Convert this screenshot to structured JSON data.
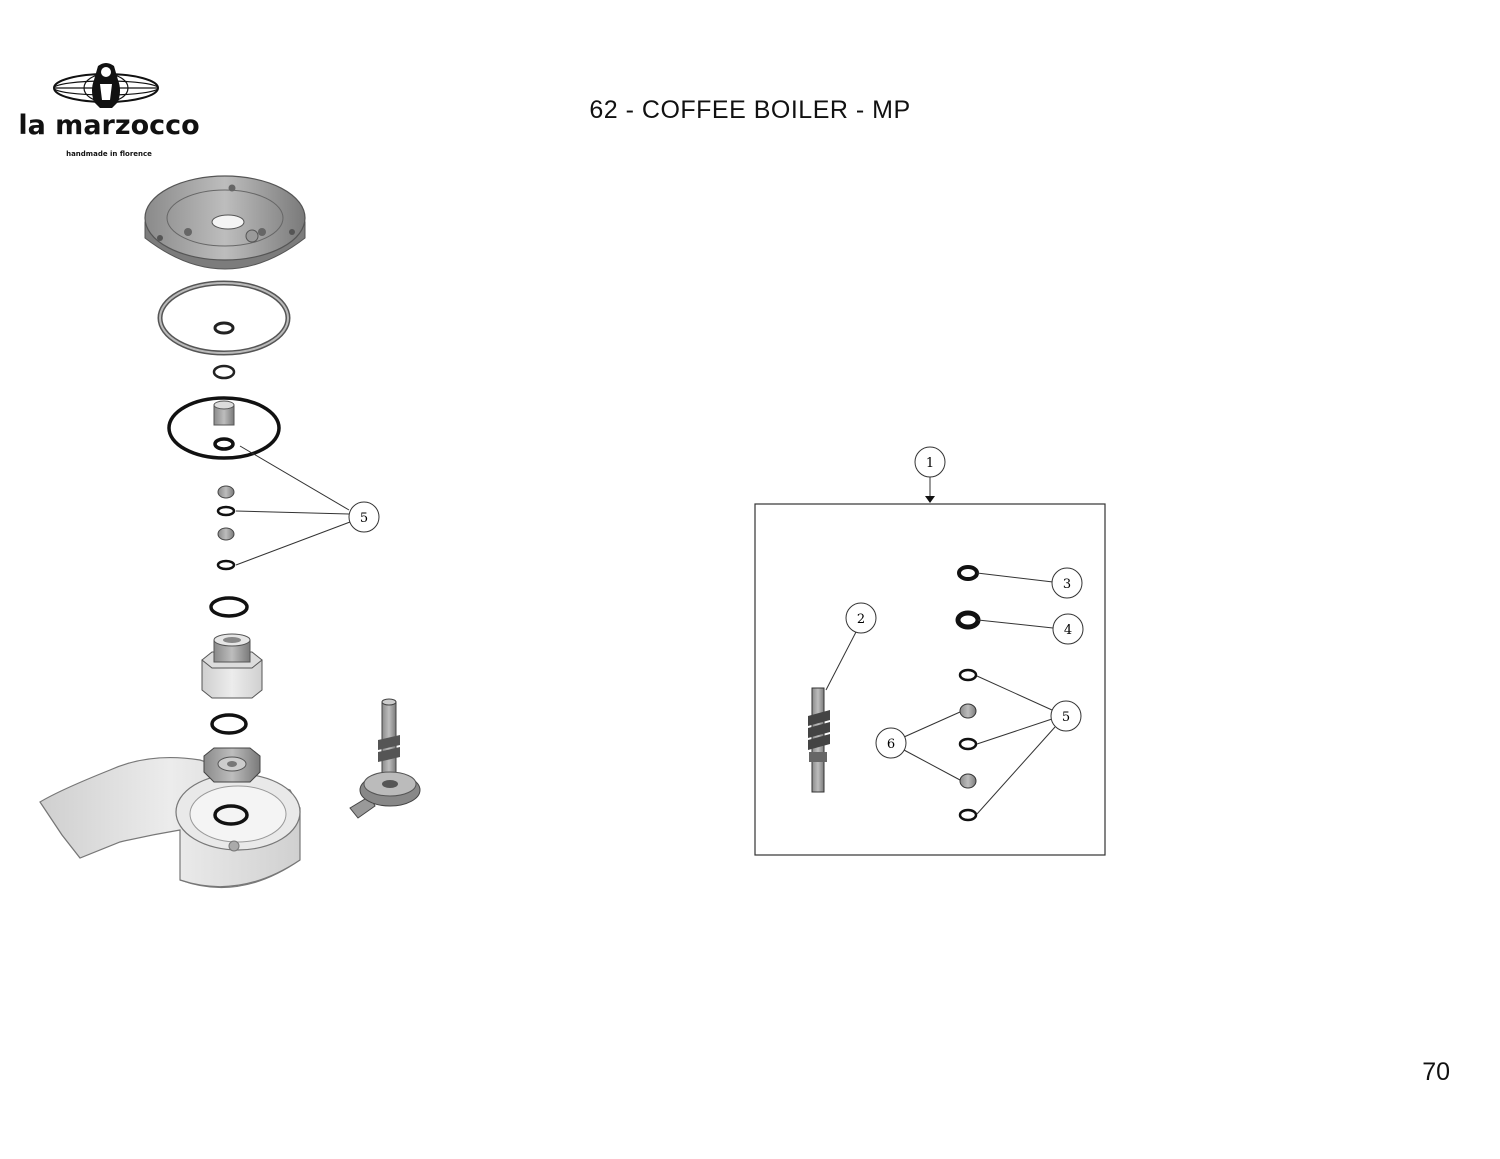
{
  "header": {
    "logo_name": "la marzocco",
    "logo_tagline": "handmade in florence",
    "title": "62 - COFFEE BOILER - MP"
  },
  "footer": {
    "page_number": "70"
  },
  "diagram": {
    "callouts": {
      "assembly": "1",
      "shaft": "2",
      "gasket_a": "3",
      "gasket_b": "4",
      "oring": "5",
      "nut": "6"
    }
  }
}
